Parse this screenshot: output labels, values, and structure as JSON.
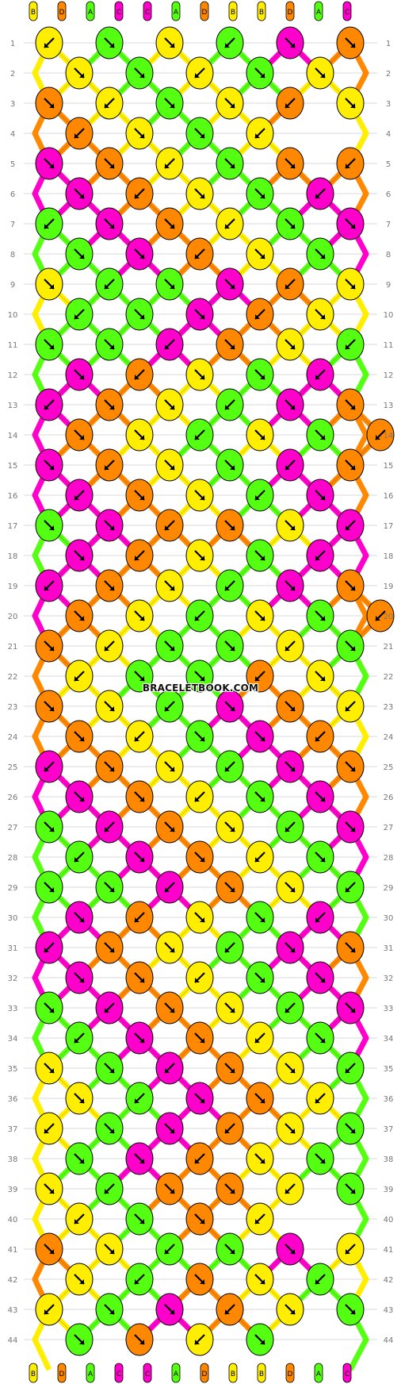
{
  "pattern": {
    "watermark": "BRACELETBOOK.COM",
    "row_count": 44,
    "colors": {
      "A": "#55ff11",
      "B": "#ffee00",
      "C": "#ff00cc",
      "D": "#ff8800"
    },
    "top_string_labels": [
      "B",
      "D",
      "A",
      "C",
      "C",
      "A",
      "D",
      "B",
      "B",
      "D",
      "A",
      "C"
    ],
    "bottom_string_labels": [
      "B",
      "D",
      "A",
      "C",
      "C",
      "A",
      "D",
      "B",
      "B",
      "D",
      "A",
      "C"
    ],
    "row_colors": [
      "BABACD",
      "BABAB",
      "DBABDB",
      "DBAB",
      "CDBADD",
      "CDBAC",
      "ACDBAC",
      "ACDBA",
      "BAACDB",
      "AACDB",
      "AACDBA",
      "CDBAC",
      "CDBACD",
      "DBABAD",
      "CDBACD",
      "CDBAC",
      "ACDDBC",
      "CDBAC",
      "CDBACD",
      "DBABAD",
      "DBAABA",
      "BAADB",
      "DBACDB",
      "DBACD",
      "CDBACD",
      "CDBAC",
      "ACDBAC",
      "ACDBA",
      "AACDBA",
      "CDBAC",
      "CDBACD",
      "CDBAC",
      "ACDBAC",
      "ACDBA",
      "BACDBA",
      "BACDB",
      "BACDBA",
      "ACDBA",
      "BADDBA",
      "BADB",
      "DBAACB",
      "BADBA",
      "BACDBA",
      "ADBA"
    ]
  }
}
